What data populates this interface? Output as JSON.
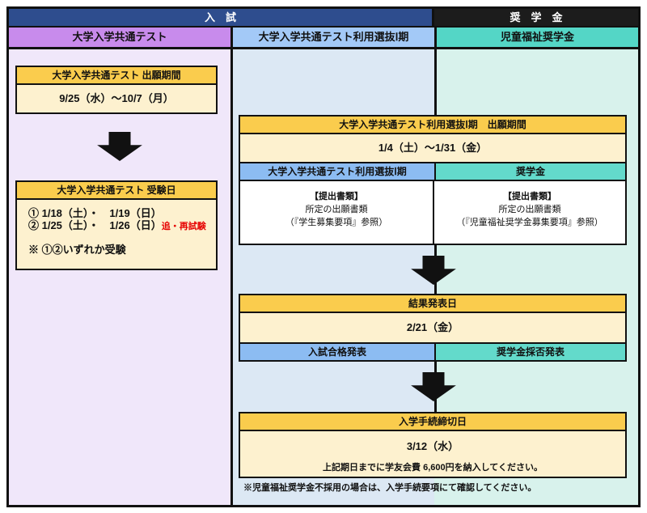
{
  "header": {
    "exam": "入　試",
    "scholarship": "奨　学　金",
    "col_common_test": "大学入学共通テスト",
    "col_selection": "大学入学共通テスト利用選抜Ⅰ期",
    "col_child_scholarship": "児童福祉奨学金"
  },
  "common_test": {
    "application": {
      "title": "大学入学共通テスト 出願期間",
      "period": "9/25（水）～10/7（月）"
    },
    "exam_day": {
      "title": "大学入学共通テスト 受験日",
      "option1": "① 1/18（土）・　1/19（日）",
      "option2": "② 1/25（土）・　1/26（日）",
      "option2_note": "追・再試験",
      "rule": "※ ①②いずれか受験"
    }
  },
  "selection": {
    "application": {
      "title": "大学入学共通テスト利用選抜Ⅰ期　出願期間",
      "period": "1/4（土）～1/31（金）",
      "left_header": "大学入学共通テスト利用選抜Ⅰ期",
      "right_header": "奨学金",
      "left_docs": {
        "title": "【提出書類】",
        "line1": "所定の出願書類",
        "line2": "（『学生募集要項』参照）"
      },
      "right_docs": {
        "title": "【提出書類】",
        "line1": "所定の出願書類",
        "line2": "（『児童福祉奨学金募集要項』参照）"
      }
    },
    "results": {
      "title": "結果発表日",
      "date": "2/21（金）",
      "left_label": "入試合格発表",
      "right_label": "奨学金採否発表"
    },
    "enrollment": {
      "title": "入学手続締切日",
      "date": "3/12（水）",
      "note": "上記期日までに学友会費 6,600円を納入してください。"
    },
    "footnote": "※児童福祉奨学金不採用の場合は、入学手続要項にて確認してください。"
  },
  "colors": {
    "navy_header": "#2E4D8E",
    "black_header": "#1C1C1C",
    "purple_cell": "#C88BEC",
    "light_blue_cell": "#A3C9F7",
    "teal_cell": "#54D6C6",
    "lavender_bg": "#F0E7FA",
    "pale_blue_bg": "#DCE8F4",
    "pale_cyan_bg": "#D8F2EC",
    "gold_header": "#FACC4D",
    "cream_body": "#FDF1CF",
    "sub_blue": "#8CBCF2",
    "sub_teal": "#63DACB",
    "alert_red": "#E60000"
  }
}
